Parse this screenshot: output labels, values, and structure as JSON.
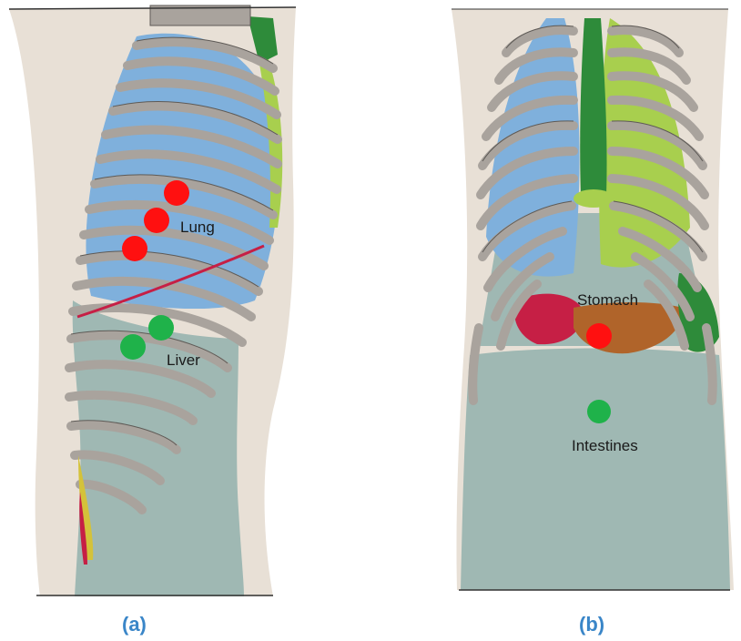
{
  "panel_a": {
    "caption": "(a)",
    "labels": {
      "lung": "Lung",
      "liver": "Liver"
    }
  },
  "panel_b": {
    "caption": "(b)",
    "labels": {
      "stomach": "Stomach",
      "intestines": "Intestines"
    }
  },
  "colors": {
    "skin": "#e8e0d6",
    "bone": "#a9a39d",
    "lung": "#7fb0dc",
    "liver_abdomen": "#9fb8b3",
    "trachea": "#2e8b3a",
    "lime": "#a8cf4e",
    "stomach": "#b0642a",
    "spleen": "#c61f45",
    "marker_red": "#ff1010",
    "marker_green": "#1fb24a"
  }
}
